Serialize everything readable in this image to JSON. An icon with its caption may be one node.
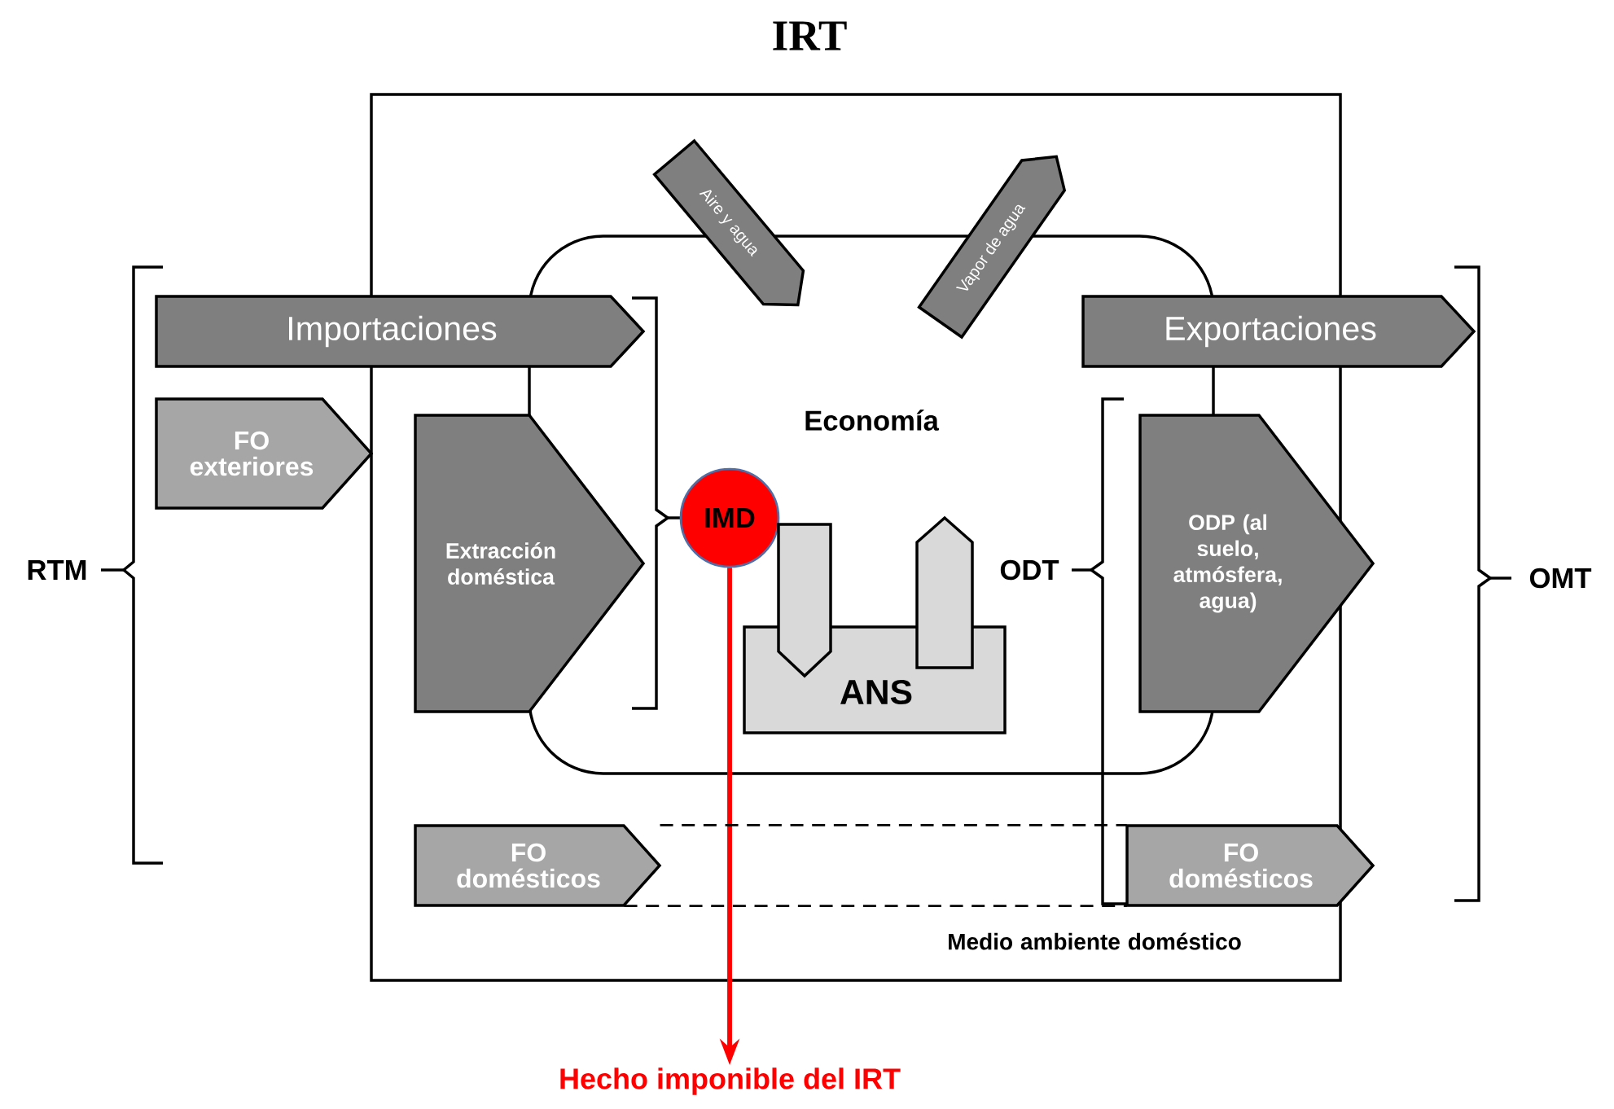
{
  "diagram": {
    "title": "IRT",
    "nodes": [
      {
        "text": [
          "Medio ambiente doméstico"
        ]
      },
      {
        "text": [
          "Economía"
        ],
        "in": 0
      },
      {
        "text": [
          "Importaciones"
        ]
      },
      {
        "text": [
          "FO exteriores"
        ]
      },
      {
        "text": [
          "Extracción doméstica"
        ],
        "in": 0
      },
      {
        "text": [
          "Aire y agua"
        ],
        "in": 0
      },
      {
        "text": [
          "Vapor de agua"
        ],
        "in": 0
      },
      {
        "text": [
          "Exportaciones"
        ]
      },
      {
        "text": [
          "ODP (al suelo, atmósfera, agua)"
        ],
        "in": 0
      },
      {
        "text": [
          "IMD"
        ],
        "in": 1
      },
      {
        "text": [
          "ANS"
        ],
        "in": 1
      },
      {
        "text": [
          "FO domésticos"
        ],
        "in": 0
      },
      {
        "text": [
          "FO domésticos"
        ]
      },
      {
        "text": [
          "Hecho imponible del IRT"
        ]
      }
    ],
    "edges": [
      {
        "from": 9,
        "to": 13,
        "arrow": "to",
        "style": "thick",
        "color": "#ff0000"
      },
      {
        "from": 11,
        "to": 12,
        "arrow": "none",
        "style": "dashed",
        "color": "#000000"
      },
      {
        "from": 11,
        "to": 12,
        "arrow": "none",
        "style": "dashed",
        "color": "#000000"
      }
    ],
    "labels": [
      "RTM",
      "ODT",
      "OMT"
    ]
  }
}
